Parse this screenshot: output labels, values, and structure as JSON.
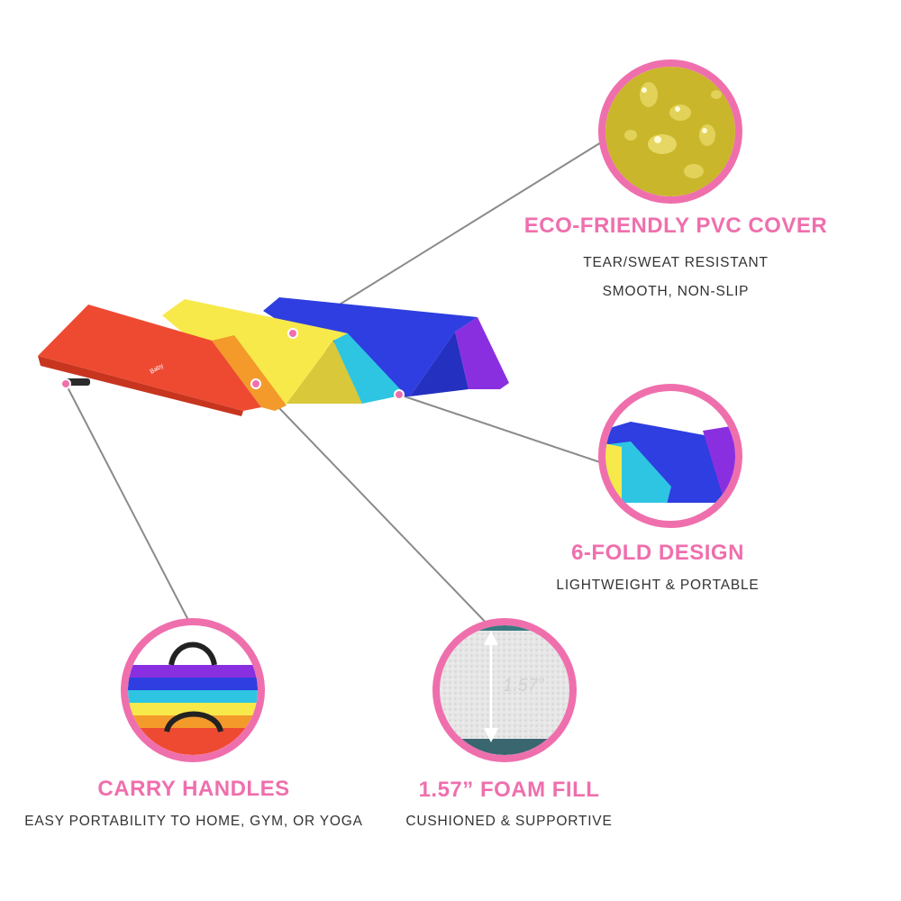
{
  "colors": {
    "accent_pink": "#ef6fad",
    "body_text": "#333333",
    "leader_line": "#8a8a8a",
    "mat_red": "#ee4a32",
    "mat_orange": "#f39a2b",
    "mat_yellow": "#f8e94a",
    "mat_cyan": "#2ec5e3",
    "mat_blue": "#2e3ee0",
    "mat_purple": "#8a2fe0"
  },
  "features": {
    "eco": {
      "title": "ECO-FRIENDLY PVC COVER",
      "lines": [
        "TEAR/SWEAT RESISTANT",
        "SMOOTH, NON-SLIP"
      ],
      "icon": "water-droplets-on-pvc-texture"
    },
    "fold": {
      "title": "6-FOLD DESIGN",
      "lines": [
        "LIGHTWEIGHT & PORTABLE"
      ],
      "icon": "folded-mat-closeup"
    },
    "carry": {
      "title": "CARRY HANDLES",
      "lines": [
        "EASY PORTABILITY TO HOME, GYM, OR YOGA"
      ],
      "icon": "rainbow-mat-handles"
    },
    "foam": {
      "title": "1.57” FOAM FILL",
      "lines": [
        "CUSHIONED & SUPPORTIVE"
      ],
      "measure": "1.57”",
      "icon": "foam-thickness-arrow"
    }
  }
}
